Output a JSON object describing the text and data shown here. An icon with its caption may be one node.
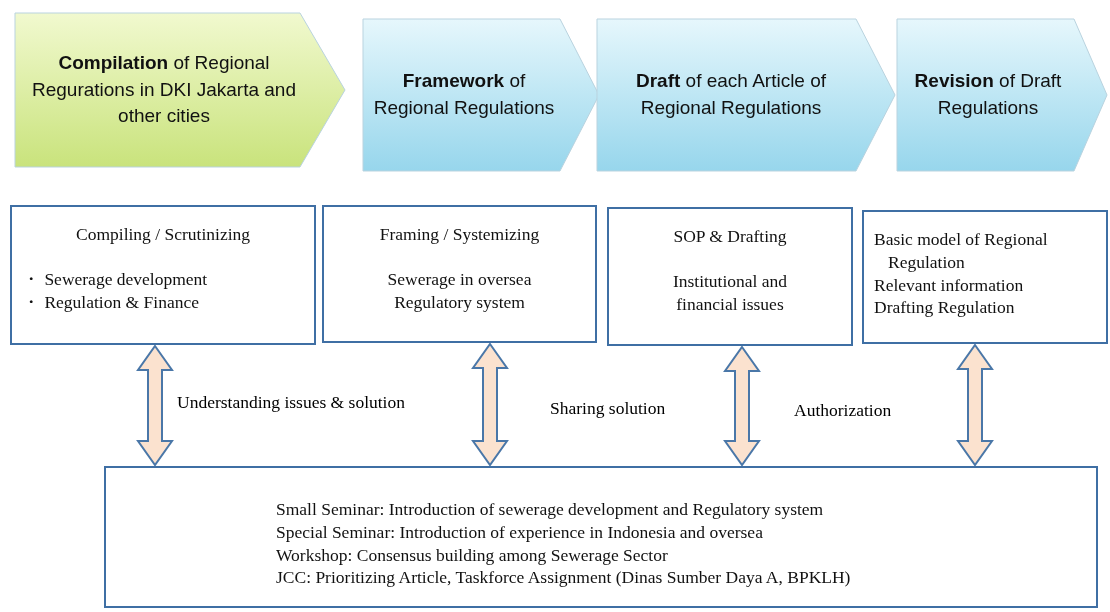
{
  "diagram": {
    "nodes": [
      {
        "text": [
          "**Compilation** of Regional Regurations in DKI Jakarta and other cities"
        ]
      },
      {
        "text": [
          "**Framework** of Regional Regulations"
        ]
      },
      {
        "text": [
          "**Draft** of each Article of Regional Regulations"
        ]
      },
      {
        "text": [
          "**Revision** of Draft Regulations"
        ]
      },
      {
        "text": [
          "Compiling / Scrutinizing",
          "・ Sewerage development",
          "・ Regulation & Finance"
        ]
      },
      {
        "text": [
          "Framing / Systemizing",
          "Sewerage in oversea Regulatory system"
        ]
      },
      {
        "text": [
          "SOP & Drafting",
          "Institutional and financial issues"
        ]
      },
      {
        "text": [
          "Basic model of Regional Regulation",
          "Relevant information",
          "Drafting Regulation"
        ]
      },
      {
        "text": [
          "Small Seminar: Introduction of sewerage development and Regulatory system",
          "Special Seminar: Introduction of experience in Indonesia and oversea",
          "Workshop: Consensus building among Sewerage Sector",
          "JCC: Prioritizing Article, Taskforce Assignment (Dinas Sumber Daya A, BPKLH)"
        ]
      }
    ],
    "edges": [
      {
        "from": 4,
        "to": 8,
        "arrow": "both",
        "label": "Understanding issues & solution"
      },
      {
        "from": 5,
        "to": 8,
        "arrow": "both",
        "label": "Sharing solution"
      },
      {
        "from": 6,
        "to": 8,
        "arrow": "both",
        "label": "Authorization"
      },
      {
        "from": 7,
        "to": 8,
        "arrow": "both"
      }
    ]
  }
}
